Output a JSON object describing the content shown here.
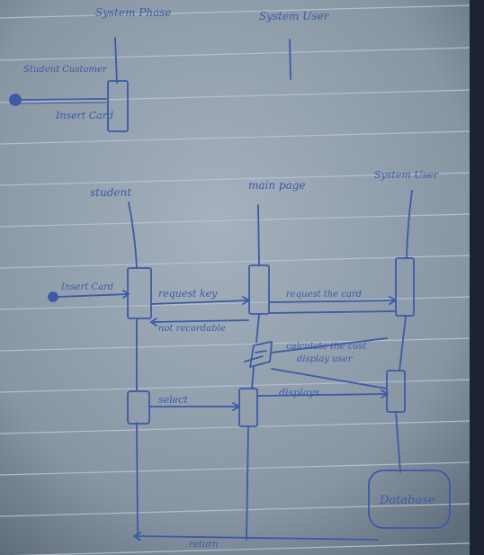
{
  "palette": {
    "paper": "#8d9aa8",
    "paper_dark": "#5e6b7a",
    "rule_line": "#b7c3cf",
    "ink": "#3c5aa6",
    "ink_dark": "#2e3f7a",
    "margin_edge": "#1b2230"
  },
  "top_diagram": {
    "lifelines": [
      {
        "label": "System Phase"
      },
      {
        "label": "System User"
      }
    ],
    "actor_label": "Student Customer",
    "message_label": "Insert Card"
  },
  "main_diagram": {
    "lifelines": [
      {
        "label": "student"
      },
      {
        "label": "main page"
      },
      {
        "label": "System User"
      }
    ],
    "actor_label": "Insert Card",
    "messages": [
      {
        "label": "request key"
      },
      {
        "label": "request the card"
      },
      {
        "label": "not recordable"
      },
      {
        "label": "calculate the cost"
      },
      {
        "label": "display user"
      },
      {
        "label": "select"
      },
      {
        "label": "displays"
      },
      {
        "label": "return"
      }
    ],
    "database_label": "Database"
  }
}
